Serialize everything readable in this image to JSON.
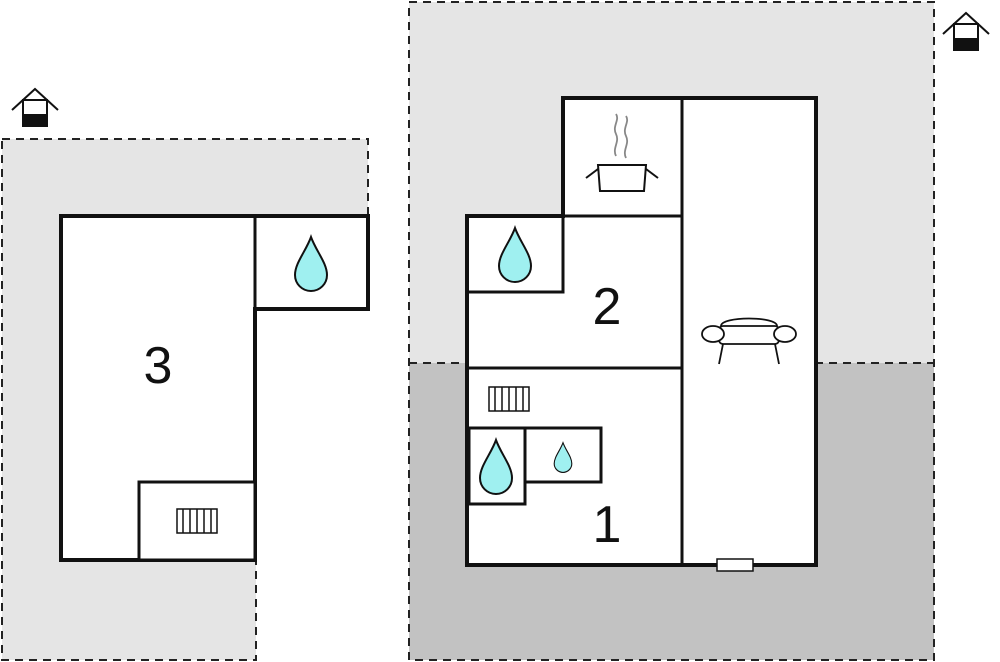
{
  "floorplan": {
    "rooms": [
      {
        "number": "3",
        "kind": "bedroom"
      },
      {
        "number": "2",
        "kind": "bedroom"
      },
      {
        "number": "1",
        "kind": "bedroom"
      }
    ],
    "icons": {
      "house_marker": "house-icon",
      "water_drop": "water-drop-icon",
      "radiator": "radiator-icon",
      "cooking_pot": "cooking-pot-icon",
      "sofa": "sofa-icon",
      "window": "window-icon"
    },
    "colors": {
      "light_area": "#e5e5e5",
      "dark_area": "#c2c2c2",
      "wall": "#111111",
      "water": "#9ff0f0"
    }
  }
}
